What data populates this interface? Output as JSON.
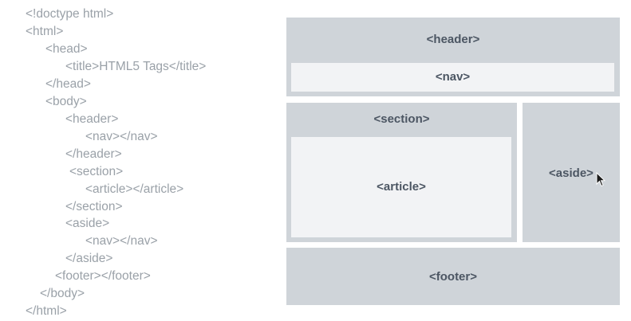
{
  "code_lines": [
    "<!doctype html>",
    "<html>",
    "<head>",
    "<title>HTML5 Tags</title>",
    "</head>",
    "<body>",
    "<header>",
    "<nav></nav>",
    "</header>",
    "<section>",
    "<article></article>",
    "</section>",
    "<aside>",
    "<nav></nav>",
    "</aside>",
    "<footer></footer>",
    "</body>",
    "</html>"
  ],
  "diagram": {
    "header": "<header>",
    "header_nav": "<nav>",
    "section": "<section>",
    "article": "<article>",
    "aside": "<aside>",
    "footer": "<footer>"
  },
  "colors": {
    "box": "#cfd4d9",
    "inner_box": "#f2f3f5",
    "label": "#4c5663",
    "code_text": "#9aa1a8"
  },
  "icons": {
    "cursor": "mouse-pointer-icon"
  }
}
